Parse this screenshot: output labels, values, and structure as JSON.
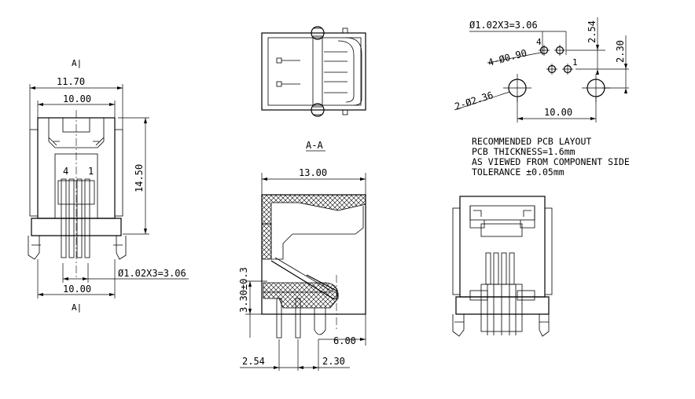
{
  "front_view": {
    "section_mark_top": "A|",
    "section_mark_bottom": "A|",
    "dim_overall_width": "11.70",
    "dim_body_width": "10.00",
    "dim_height": "14.50",
    "pin_label_left": "4",
    "pin_label_right": "1",
    "dim_pin_pitch": "Ø1.02X3=3.06",
    "dim_bottom_width": "10.00"
  },
  "section_view": {
    "title": "A-A",
    "dim_depth": "13.00",
    "dim_height": "3.30±0.3",
    "dim_offset": "6.00",
    "dim_pitch_a": "2.54",
    "dim_pitch_b": "2.30"
  },
  "pcb_layout": {
    "dim_pitch": "Ø1.02X3=3.06",
    "label_pin4": "4",
    "label_pin1": "1",
    "dim_small_holes": "4-Ø0.90",
    "dim_large_holes": "2-Ø2.36",
    "dim_vertical_a": "2.54",
    "dim_vertical_b": "2.30",
    "dim_hole_span": "10.00"
  },
  "notes": {
    "line1": "RECOMMENDED PCB LAYOUT",
    "line2": "PCB THICKNESS=1.6mm",
    "line3": "AS VIEWED FROM COMPONENT SIDE",
    "line4": "TOLERANCE ±0.05mm"
  }
}
